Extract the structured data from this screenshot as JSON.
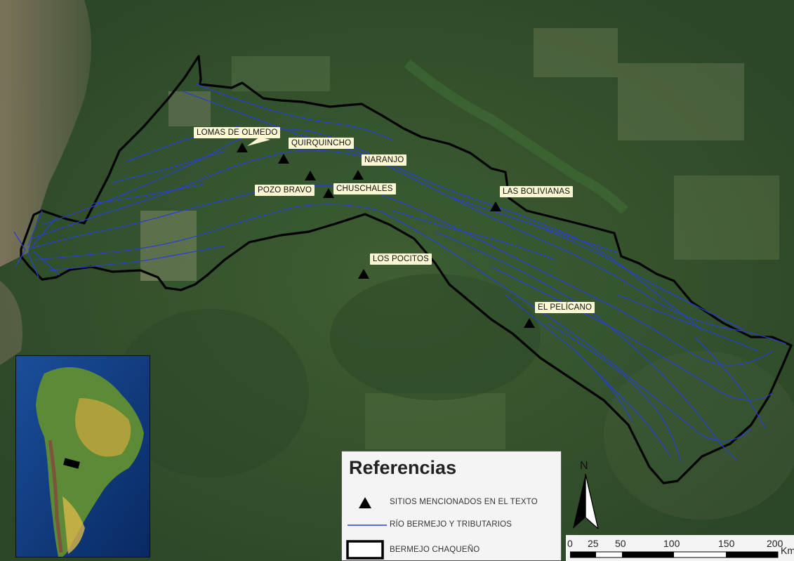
{
  "sites": [
    {
      "name": "LOMAS DE OLMEDO"
    },
    {
      "name": "QUIRQUINCHO"
    },
    {
      "name": "NARANJO"
    },
    {
      "name": "POZO BRAVO"
    },
    {
      "name": "CHUSCHALES"
    },
    {
      "name": "LAS BOLIVIANAS"
    },
    {
      "name": "LOS POCITOS"
    },
    {
      "name": "EL PELÍCANO"
    }
  ],
  "legend": {
    "title": "Referencias",
    "items": [
      {
        "label": "SITIOS MENCIONADOS EN EL TEXTO"
      },
      {
        "label": "RÍO BERMEJO Y TRIBUTARIOS"
      },
      {
        "label": "BERMEJO CHAQUEÑO"
      }
    ]
  },
  "north_arrow": {
    "label": "N"
  },
  "scale_bar": {
    "ticks": [
      "0",
      "25",
      "50",
      "100",
      "150",
      "200"
    ],
    "unit": "Km"
  },
  "colors": {
    "river": "#2a3fd4",
    "boundary": "#000000",
    "label_bg": "#fbf7d2"
  }
}
